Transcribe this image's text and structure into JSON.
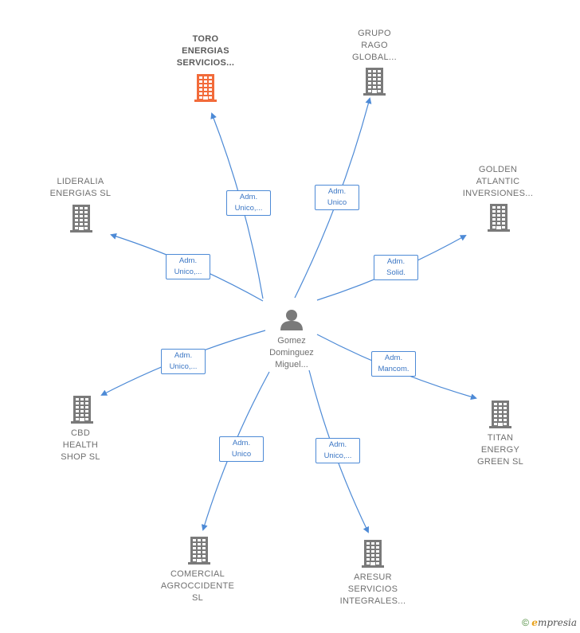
{
  "center": {
    "lines": [
      "Gomez",
      "Dominguez",
      "Miguel..."
    ],
    "icon": "person-icon"
  },
  "colors": {
    "edge": "#4d8ad6",
    "node": "#7a7a7a",
    "highlight": "#f26b3a",
    "role_text": "#3b76c4"
  },
  "companies": [
    {
      "id": "toro",
      "lines": [
        "TORO",
        "ENERGIAS",
        "SERVICIOS..."
      ],
      "highlight": true,
      "role": [
        "Adm.",
        "Unico,..."
      ],
      "label_above": true
    },
    {
      "id": "grupo-rago",
      "lines": [
        "GRUPO",
        "RAGO",
        "GLOBAL..."
      ],
      "highlight": false,
      "role": [
        "Adm.",
        "Unico"
      ],
      "label_above": true
    },
    {
      "id": "golden-atlantic",
      "lines": [
        "GOLDEN",
        "ATLANTIC",
        "INVERSIONES..."
      ],
      "highlight": false,
      "role": [
        "Adm.",
        "Solid."
      ],
      "label_above": true
    },
    {
      "id": "titan",
      "lines": [
        "TITAN",
        "ENERGY",
        "GREEN  SL"
      ],
      "highlight": false,
      "role": [
        "Adm.",
        "Mancom."
      ],
      "label_above": false
    },
    {
      "id": "aresur",
      "lines": [
        "ARESUR",
        "SERVICIOS",
        "INTEGRALES..."
      ],
      "highlight": false,
      "role": [
        "Adm.",
        "Unico,..."
      ],
      "label_above": false
    },
    {
      "id": "comercial",
      "lines": [
        "COMERCIAL",
        "AGROCCIDENTE",
        "SL"
      ],
      "highlight": false,
      "role": [
        "Adm.",
        "Unico"
      ],
      "label_above": false
    },
    {
      "id": "cbd",
      "lines": [
        "CBD",
        "HEALTH",
        "SHOP  SL"
      ],
      "highlight": false,
      "role": [
        "Adm.",
        "Unico,..."
      ],
      "label_above": false
    },
    {
      "id": "lideralia",
      "lines": [
        "LIDERALIA",
        "ENERGIAS  SL"
      ],
      "highlight": false,
      "role": [
        "Adm.",
        "Unico,..."
      ],
      "label_above": true
    }
  ],
  "brand": {
    "copyright": "©",
    "e": "e",
    "rest": "mpresia"
  }
}
